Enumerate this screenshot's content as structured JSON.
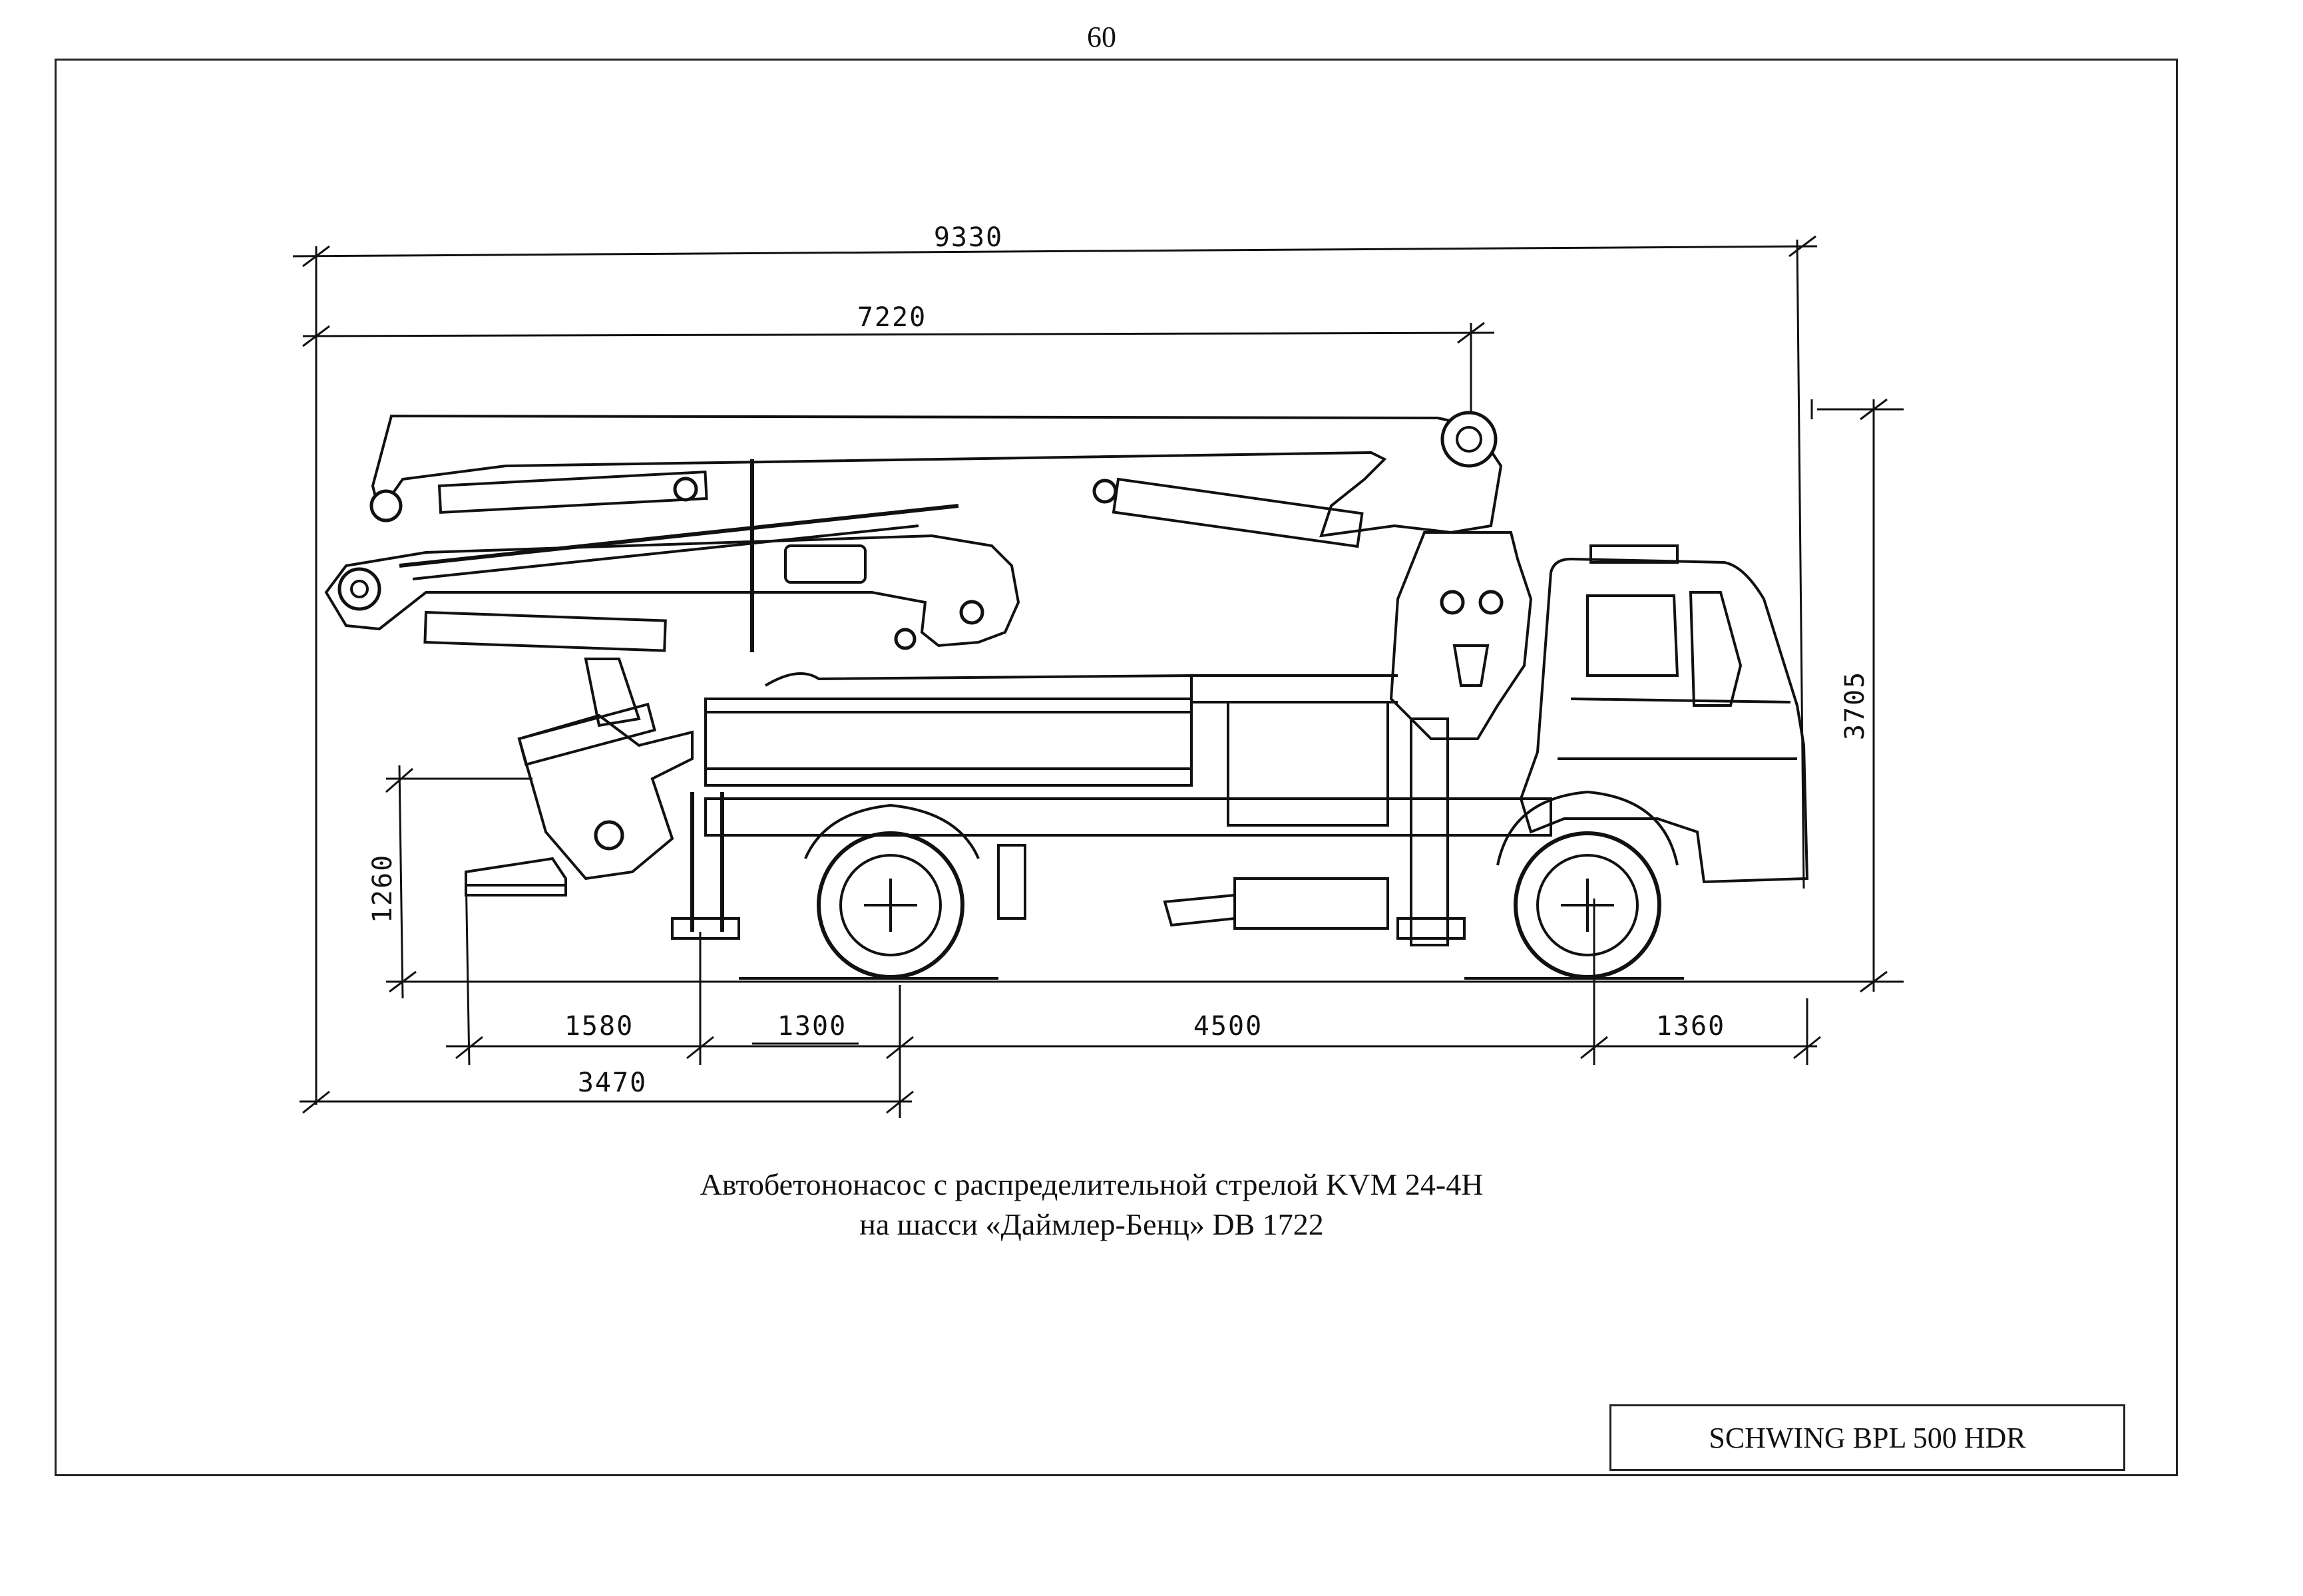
{
  "page_number": "60",
  "dimensions": {
    "overall_length": "9330",
    "boom_length": "7220",
    "overall_height": "3705",
    "hopper_height": "1260",
    "rear_overhang_pipe": "1580",
    "rear_overhang_axle": "1300",
    "wheelbase": "4500",
    "front_overhang": "1360",
    "rear_to_axle": "3470"
  },
  "caption": {
    "line1": "Автобетононасос с распределительной стрелой KVM 24-4H",
    "line2": "на шасси «Даймлер-Бенц» DB 1722"
  },
  "title_block": {
    "model": "SCHWING BPL 500 HDR"
  }
}
